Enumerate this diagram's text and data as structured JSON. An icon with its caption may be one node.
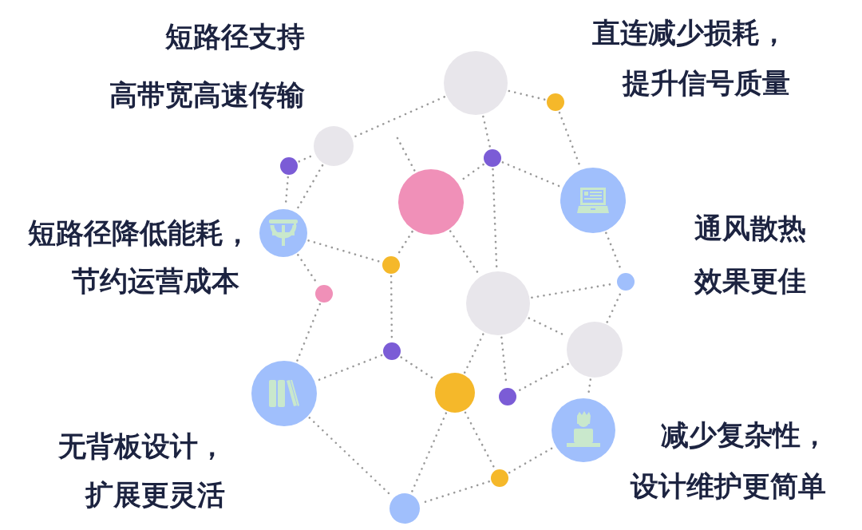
{
  "diagram": {
    "nodes": [
      {
        "text": [],
        "shape": "circle"
      },
      {
        "text": [],
        "shape": "circle"
      },
      {
        "text": [],
        "shape": "circle"
      },
      {
        "text": [],
        "shape": "circle"
      },
      {
        "text": [],
        "shape": "circle"
      },
      {
        "text": [],
        "shape": "circle"
      },
      {
        "text": [],
        "shape": "circle"
      },
      {
        "text": [],
        "shape": "circle"
      },
      {
        "text": [],
        "shape": "circle"
      },
      {
        "text": [],
        "shape": "circle"
      },
      {
        "text": [],
        "shape": "circle"
      },
      {
        "text": [],
        "shape": "circle"
      },
      {
        "text": [],
        "shape": "circle"
      },
      {
        "text": [],
        "shape": "circle"
      },
      {
        "text": [],
        "shape": "circle"
      },
      {
        "text": [],
        "shape": "circle"
      },
      {
        "text": [],
        "shape": "circle"
      },
      {
        "text": [],
        "shape": "circle"
      },
      {
        "text": [],
        "shape": "circle"
      },
      {
        "text": [],
        "shape": "circle"
      }
    ],
    "edges": [
      {
        "from": 0,
        "to": 2,
        "arrow": "none"
      },
      {
        "from": 0,
        "to": 1,
        "arrow": "none"
      },
      {
        "from": 0,
        "to": 3,
        "arrow": "none"
      },
      {
        "from": 1,
        "to": 6,
        "arrow": "none"
      },
      {
        "from": 4,
        "to": 2,
        "arrow": "none"
      },
      {
        "from": 2,
        "to": 7,
        "arrow": "none"
      },
      {
        "from": 4,
        "to": 7,
        "arrow": "none"
      },
      {
        "from": null,
        "to": 5,
        "arrow": "none"
      },
      {
        "from": 3,
        "to": 5,
        "arrow": "none"
      },
      {
        "from": 3,
        "to": 6,
        "arrow": "none"
      },
      {
        "from": 3,
        "to": 11,
        "arrow": "none"
      },
      {
        "from": 5,
        "to": 8,
        "arrow": "none"
      },
      {
        "from": 5,
        "to": 11,
        "arrow": "none"
      },
      {
        "from": 7,
        "to": 8,
        "arrow": "none"
      },
      {
        "from": 6,
        "to": 9,
        "arrow": "none"
      },
      {
        "from": 7,
        "to": 10,
        "arrow": "none"
      },
      {
        "from": 10,
        "to": 14,
        "arrow": "none"
      },
      {
        "from": 8,
        "to": 13,
        "arrow": "none"
      },
      {
        "from": 13,
        "to": 14,
        "arrow": "none"
      },
      {
        "from": 13,
        "to": 15,
        "arrow": "none"
      },
      {
        "from": 11,
        "to": 15,
        "arrow": "none"
      },
      {
        "from": 11,
        "to": 16,
        "arrow": "none"
      },
      {
        "from": 11,
        "to": 9,
        "arrow": "none"
      },
      {
        "from": 11,
        "to": 12,
        "arrow": "none"
      },
      {
        "from": 12,
        "to": 9,
        "arrow": "none"
      },
      {
        "from": 12,
        "to": 16,
        "arrow": "none"
      },
      {
        "from": 12,
        "to": 17,
        "arrow": "none"
      },
      {
        "from": 14,
        "to": 19,
        "arrow": "none"
      },
      {
        "from": 15,
        "to": 19,
        "arrow": "none"
      },
      {
        "from": 15,
        "to": 18,
        "arrow": "none"
      },
      {
        "from": 18,
        "to": 19,
        "arrow": "none"
      },
      {
        "from": 18,
        "to": 17,
        "arrow": "none"
      }
    ],
    "labels": [
      "短路径支持",
      "高带宽高速传输",
      "直连减少损耗，",
      "提升信号质量",
      "短路径降低能耗，",
      "节约运营成本",
      "通风散热",
      "效果更佳",
      "无背板设计，",
      "扩展更灵活",
      "减少复杂性，",
      "设计维护更简单"
    ]
  }
}
